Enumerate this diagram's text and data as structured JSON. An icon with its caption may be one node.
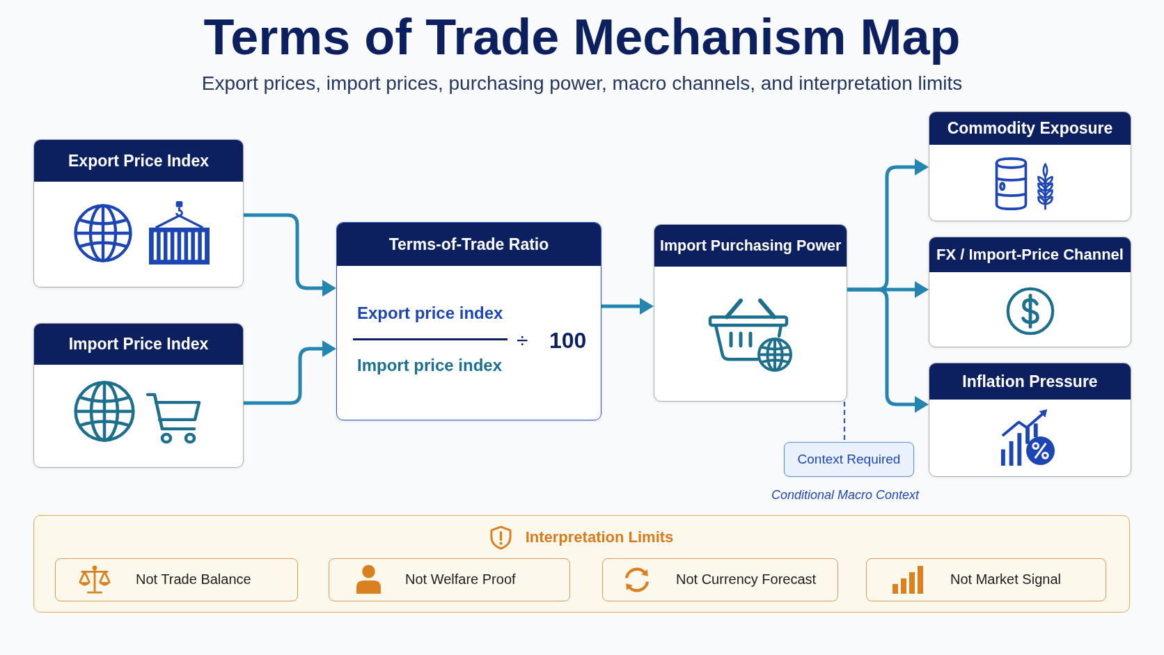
{
  "diagram": {
    "title": "Terms of Trade Mechanism Map",
    "nodes": [
      {
        "text": [
          "Export Price Index"
        ]
      },
      {
        "text": [
          "Import Price Index"
        ]
      },
      {
        "text": [
          "Terms-of-Trade Ratio",
          "Export price index",
          "Import price index",
          "÷",
          "100"
        ]
      },
      {
        "text": [
          "Import Purchasing Power"
        ]
      },
      {
        "text": [
          "Commodity Exposure"
        ]
      },
      {
        "text": [
          "FX / Import-Price Channel"
        ]
      },
      {
        "text": [
          "Inflation Pressure"
        ]
      },
      {
        "text": [
          "Context Required"
        ],
        "beside": [
          "Conditional Macro Context"
        ]
      },
      {
        "text": [
          "Interpretation Limits"
        ]
      },
      {
        "text": [
          "Not Trade Balance"
        ],
        "in": 8
      },
      {
        "text": [
          "Not Welfare Proof"
        ],
        "in": 8
      },
      {
        "text": [
          "Not Currency Forecast"
        ],
        "in": 8
      },
      {
        "text": [
          "Not Market Signal"
        ],
        "in": 8
      }
    ],
    "edges": [
      {
        "from": 0,
        "to": 2,
        "arrow": "to"
      },
      {
        "from": 1,
        "to": 2,
        "arrow": "to"
      },
      {
        "from": 2,
        "to": 3,
        "arrow": "to"
      },
      {
        "from": 3,
        "to": 4,
        "arrow": "to"
      },
      {
        "from": 3,
        "to": 5,
        "arrow": "to"
      },
      {
        "from": 3,
        "to": 6,
        "arrow": "to"
      },
      {
        "from": 3,
        "to": 7,
        "arrow": "none",
        "style": "dashed",
        "color": "#2f55c0"
      }
    ],
    "labels": [
      "Export prices, import prices, purchasing power, macro channels, and interpretation limits"
    ]
  }
}
